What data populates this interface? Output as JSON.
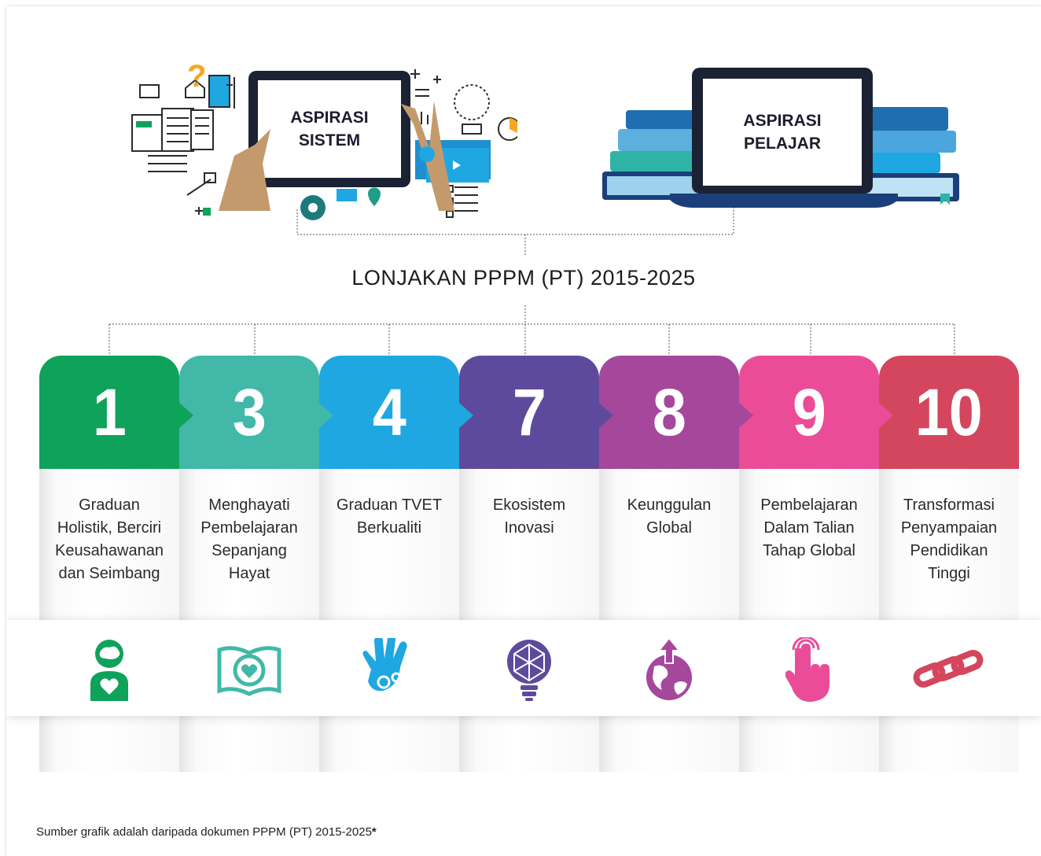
{
  "top_left_screen": "ASPIRASI\nSISTEM",
  "top_right_screen": "ASPIRASI\nPELAJAR",
  "main_title": "LONJAKAN PPPM (PT) 2015-2025",
  "columns": [
    {
      "number": "1",
      "label": "Graduan\nHolistik, Berciri\nKeusahawanan\ndan Seimbang",
      "color": "#0ea25a",
      "icon": "head-heart-icon"
    },
    {
      "number": "3",
      "label": "Menghayati\nPembelajaran\nSepanjang\nHayat",
      "color": "#41b8a8",
      "icon": "book-heart-icon"
    },
    {
      "number": "4",
      "label": "Graduan TVET\nBerkualiti",
      "color": "#1fa7e1",
      "icon": "hand-gears-icon"
    },
    {
      "number": "7",
      "label": "Ekosistem\nInovasi",
      "color": "#5e4a9c",
      "icon": "bulb-network-icon"
    },
    {
      "number": "8",
      "label": "Keunggulan\nGlobal",
      "color": "#a5489c",
      "icon": "globe-arrow-icon"
    },
    {
      "number": "9",
      "label": "Pembelajaran\nDalam Talian\nTahap Global",
      "color": "#ea4c98",
      "icon": "touch-hand-icon"
    },
    {
      "number": "10",
      "label": "Transformasi\nPenyampaian\nPendidikan\nTinggi",
      "color": "#d4465d",
      "icon": "chain-link-icon"
    }
  ],
  "footnote": "Sumber grafik adalah daripada dokumen PPPM (PT) 2015-2025",
  "footnote_mark": "*"
}
